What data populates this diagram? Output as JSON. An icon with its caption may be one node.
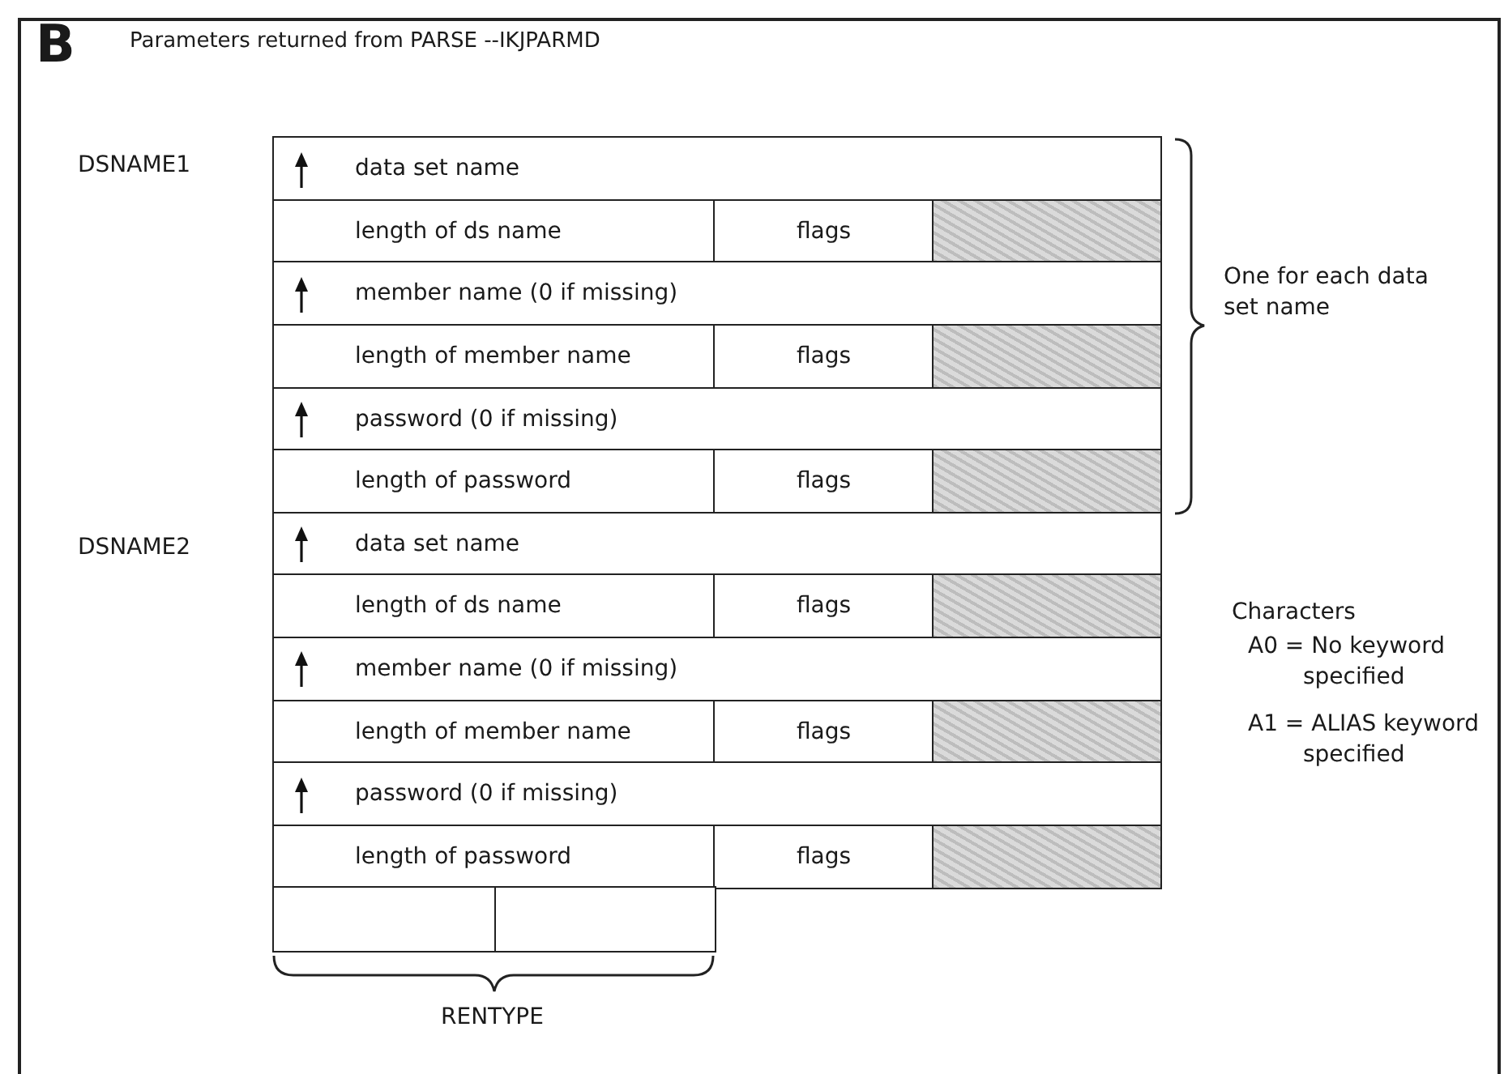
{
  "diagram": {
    "title": "Parameters returned from PARSE --IKJPARMD",
    "nodes": [
      {
        "text": [
          "data set name"
        ]
      },
      {
        "text": [
          "length of ds name"
        ]
      },
      {
        "text": [
          "flags"
        ]
      },
      {
        "text": [],
        "shape": "box"
      },
      {
        "text": [
          "member name (0 if missing)"
        ]
      },
      {
        "text": [
          "length of member name"
        ]
      },
      {
        "text": [
          "flags"
        ]
      },
      {
        "text": [],
        "shape": "box"
      },
      {
        "text": [
          "password (0 if missing)"
        ]
      },
      {
        "text": [
          "length of password"
        ]
      },
      {
        "text": [
          "flags"
        ]
      },
      {
        "text": [],
        "shape": "box"
      },
      {
        "text": [
          "data set name"
        ]
      },
      {
        "text": [
          "length of ds name"
        ]
      },
      {
        "text": [
          "flags"
        ]
      },
      {
        "text": [],
        "shape": "box"
      },
      {
        "text": [
          "member name (0 if missing)"
        ]
      },
      {
        "text": [
          "length of member name"
        ]
      },
      {
        "text": [
          "flags"
        ]
      },
      {
        "text": [],
        "shape": "box"
      },
      {
        "text": [
          "password (0 if missing)"
        ]
      },
      {
        "text": [
          "length of password"
        ]
      },
      {
        "text": [
          "flags"
        ]
      },
      {
        "text": [],
        "shape": "box"
      },
      {
        "text": [],
        "shape": "box"
      },
      {
        "text": [],
        "shape": "box"
      }
    ],
    "labels": [
      "B",
      "DSNAME1",
      "One for each data set name",
      "DSNAME2",
      "Characters",
      "A0 = No keyword specified",
      "A1 = ALIAS keyword specified",
      "RENTYPE"
    ]
  }
}
